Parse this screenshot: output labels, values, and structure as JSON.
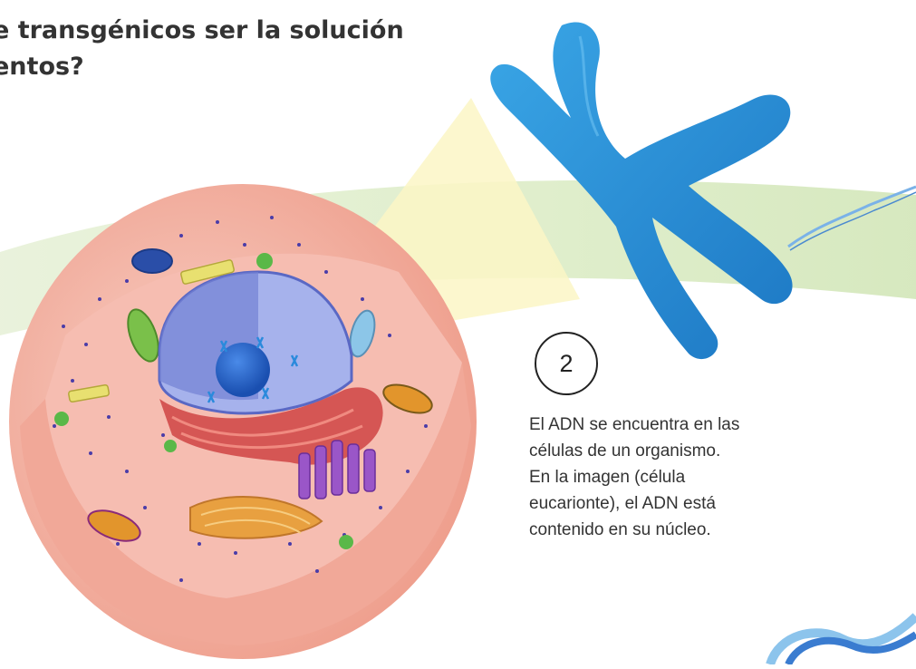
{
  "title": {
    "line1": "e transgénicos ser la solución",
    "line2": "entos?"
  },
  "step": {
    "number": "2"
  },
  "caption": {
    "lines": [
      "El ADN se encuentra en las",
      "células de un organismo.",
      "En la imagen (célula",
      "eucarionte), el ADN está",
      "contenido en su núcleo."
    ]
  },
  "illustration": {
    "cell": "eukaryotic-cell-cutaway",
    "chromosome": "chromosome-x-shape",
    "dna": "dna-double-helix-strand"
  },
  "colors": {
    "chromosome": "#2e93d6",
    "cell_membrane": "#f0a090",
    "cytoplasm": "#f7c4b8",
    "nucleus": "#7a86d8",
    "band_green": "#dcecc8",
    "zoom_cone": "#fbf6c4"
  }
}
